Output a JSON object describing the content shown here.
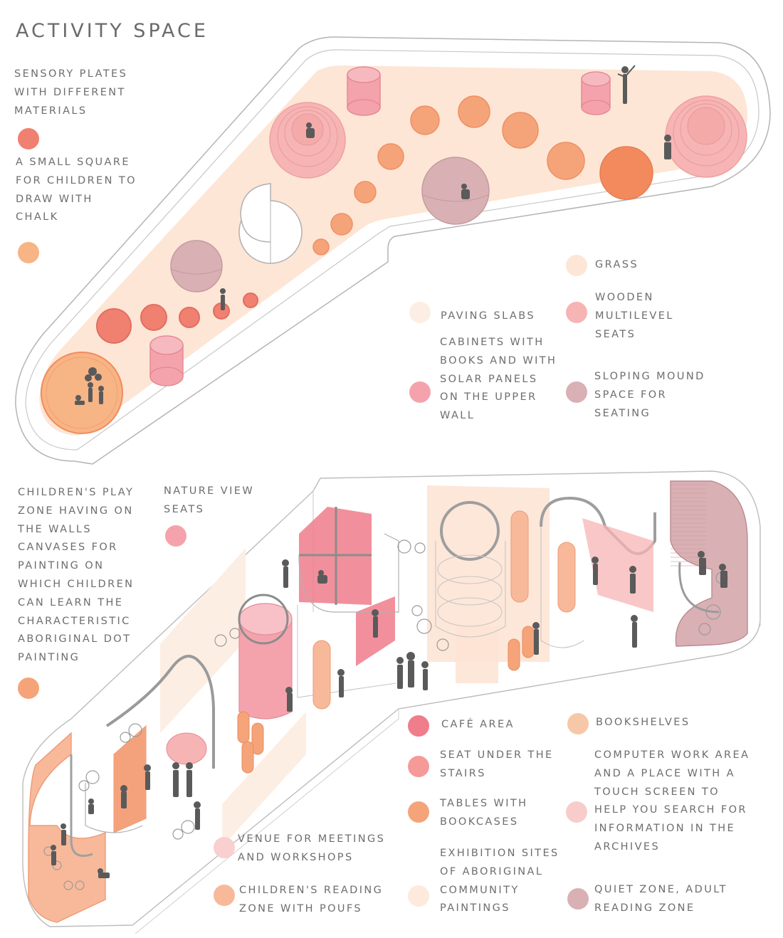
{
  "title": "ACTIVITY SPACE",
  "colors": {
    "peach_light": "#fde6d6",
    "paving": "#fdeee3",
    "salmon": "#f0806f",
    "orange": "#f5a47a",
    "pink": "#f4a3ad",
    "rose": "#f7b4b4",
    "mauve": "#d9b0b4",
    "red_pink": "#ef7d8b",
    "deep_orange": "#f28a5e",
    "outline": "#a8a8a8"
  },
  "top_legend": {
    "sensory_plates": "SENSORY PLATES\nWITH DIFFERENT\nMATERIALS",
    "chalk_square": "A SMALL SQUARE\nFOR CHILDREN TO\nDRAW WITH\nCHALK",
    "grass": "GRASS",
    "paving_slabs": "PAVING SLABS",
    "wooden_seats": "WOODEN\nMULTILEVEL\nSEATS",
    "cabinets": "CABINETS WITH\nBOOKS AND WITH\nSOLAR PANELS\nON THE UPPER\nWALL",
    "sloping_mound": "SLOPING MOUND\nSPACE FOR\nSEATING"
  },
  "bottom_legend": {
    "play_zone": "CHILDREN'S PLAY\nZONE HAVING ON\nTHE WALLS\nCANVASES FOR\nPAINTING ON\nWHICH CHILDREN\nCAN LEARN THE\nCHARACTERISTIC\nABORIGINAL DOT\nPAINTING",
    "nature_view": "NATURE VIEW\nSEATS",
    "cafe": "CAFÉ AREA",
    "bookshelves": "BOOKSHELVES",
    "seat_stairs": "SEAT UNDER THE\nSTAIRS",
    "computer": "COMPUTER WORK AREA\nAND A PLACE WITH A\nTOUCH SCREEN TO\nHELP YOU SEARCH FOR\nINFORMATION IN THE\nARCHIVES",
    "tables_bookcases": "TABLES WITH\nBOOKCASES",
    "meetings": "VENUE FOR MEETINGS\nAND WORKSHOPS",
    "exhibition": "EXHIBITION SITES\nOF ABORIGINAL\nCOMMUNITY\nPAINTINGS",
    "reading_poufs": "CHILDREN'S READING\nZONE WITH POUFS",
    "quiet_zone": "QUIET ZONE, ADULT\nREADING ZONE"
  }
}
